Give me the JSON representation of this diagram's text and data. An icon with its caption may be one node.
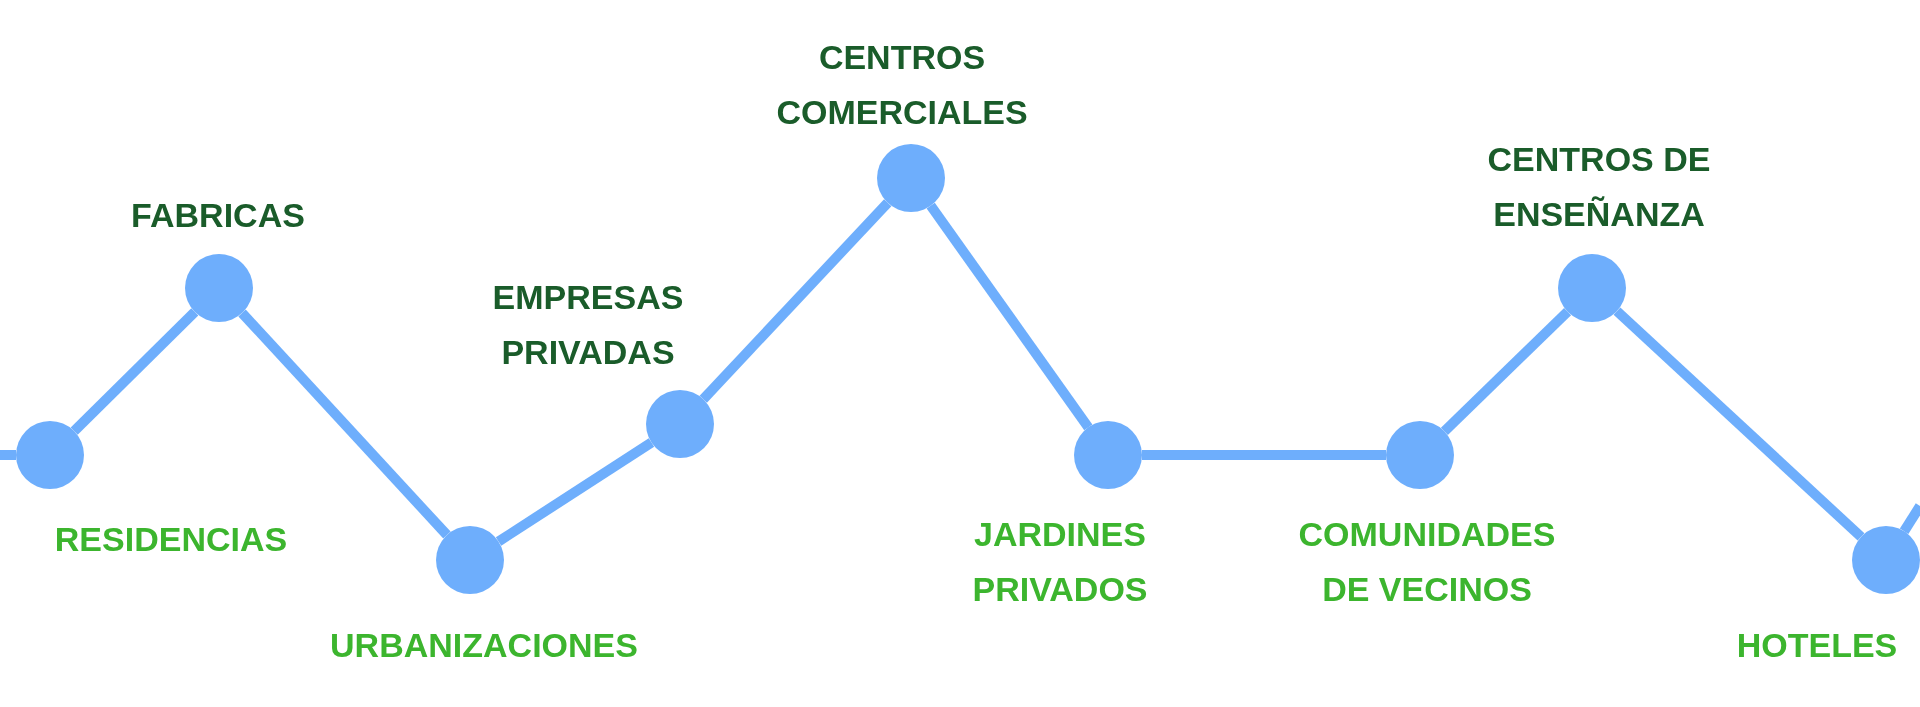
{
  "diagram": {
    "nodes": [
      {
        "text": [],
        "shape": "circle",
        "beside": [
          "RESIDENCIAS"
        ]
      },
      {
        "text": [],
        "shape": "circle",
        "beside": [
          "FABRICAS"
        ]
      },
      {
        "text": [],
        "shape": "circle",
        "beside": [
          "URBANIZACIONES"
        ]
      },
      {
        "text": [],
        "shape": "circle",
        "beside": [
          "EMPRESAS PRIVADAS"
        ]
      },
      {
        "text": [],
        "shape": "circle",
        "beside": [
          "CENTROS COMERCIALES"
        ]
      },
      {
        "text": [],
        "shape": "circle",
        "beside": [
          "JARDINES PRIVADOS"
        ]
      },
      {
        "text": [],
        "shape": "circle",
        "beside": [
          "COMUNIDADES DE VECINOS"
        ]
      },
      {
        "text": [],
        "shape": "circle",
        "beside": [
          "CENTROS DE ENSEÑANZA"
        ]
      },
      {
        "text": [],
        "shape": "circle",
        "beside": [
          "HOTELES"
        ]
      }
    ],
    "edges": [
      {
        "from": null,
        "to": 0,
        "arrow": "none"
      },
      {
        "from": 0,
        "to": 1,
        "arrow": "none"
      },
      {
        "from": 1,
        "to": 2,
        "arrow": "none"
      },
      {
        "from": 2,
        "to": 3,
        "arrow": "none"
      },
      {
        "from": 3,
        "to": 4,
        "arrow": "none"
      },
      {
        "from": 4,
        "to": 5,
        "arrow": "none"
      },
      {
        "from": 5,
        "to": 6,
        "arrow": "none"
      },
      {
        "from": 6,
        "to": 7,
        "arrow": "none"
      },
      {
        "from": 7,
        "to": 8,
        "arrow": "none"
      },
      {
        "from": 8,
        "to": null,
        "arrow": "none"
      }
    ]
  }
}
